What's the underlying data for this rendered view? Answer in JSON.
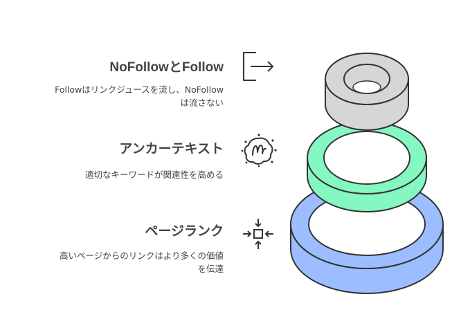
{
  "items": [
    {
      "title": "NoFollowとFollow",
      "desc": "Followはリンクジュースを流し、NoFollow\nは流さない",
      "icon": "exit-arrow-icon"
    },
    {
      "title": "アンカーテキスト",
      "desc": "適切なキーワードが関連性を高める",
      "icon": "meetup-logo-icon"
    },
    {
      "title": "ページランク",
      "desc": "高いページからのリンクはより多くの価値\nを伝達",
      "icon": "focus-arrows-icon"
    }
  ],
  "colors": {
    "top_ring": "#d6d6d6",
    "middle_ring": "#85f7c1",
    "bottom_ring": "#9cbdff",
    "stroke": "#333333"
  }
}
